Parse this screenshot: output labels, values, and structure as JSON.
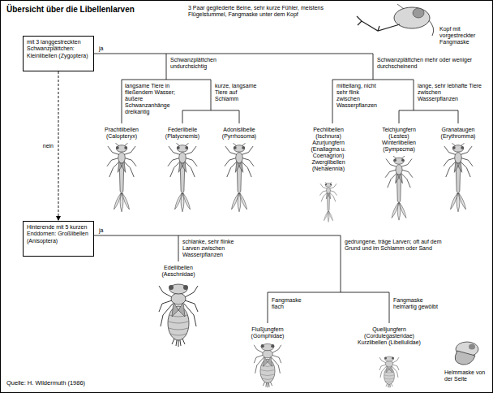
{
  "diagram": {
    "title": "Übersicht über die Libellenlarven",
    "caption": "Quelle: H. Wildermuth (1986)",
    "nodes": [
      {
        "text": [
          "mit 3 langgestreckten Schwanzplättchen: Kleinlibellen (Zygoptera)"
        ]
      },
      {
        "text": [
          "Hinterende mit 5 kurzen Enddornen: Großlibellen (Anisoptera)"
        ]
      }
    ],
    "edges": [
      {
        "from": 0,
        "to": 1,
        "label": "nein",
        "arrow": "to"
      }
    ],
    "labels": [
      "3 Paar gegliederte Beine, sehr kurze Fühler, meistens Flügelstummel, Fangmaske unter dem Kopf",
      "Kopf mit vorgestreckter Fangmaske",
      "ja",
      "Schwanzplättchen undurchsichtig",
      "Schwanzplättchen mehr oder weniger durchscheinend",
      "langsame Tiere in fließendem Wasser; äußere Schwanzanhänge dreikantig",
      "kurze, langsame Tiere auf Schlamm",
      "mittellang, nicht sehr flink zwischen Wasserpflanzen",
      "lange, sehr lebhafte Tiere zwischen Wasserpflanzen",
      "Prachtlibellen (Calopteryx)",
      "Federlibelle (Platycnemis)",
      "Adonislibelle (Pyrrhosoma)",
      "Pechlibellen (Ischnura) Azurjungfern (Enallagma u. Coenagrion) Zwerglibellen (Nehalennia)",
      "Teichjungfern (Lestes) Winterlibellen (Sympecma)",
      "Granataugen (Erythromma)",
      "ja",
      "schlanke, sehr flinke Larven zwischen Wasserpflanzen",
      "gedrungene, träge Larven; oft auf dem Grund und im Schlamm oder Sand",
      "Edellibellen (Aeschnidae)",
      "Fangmaske flach",
      "Fangmaske helmartig gewölbt",
      "Flußjungfern (Gomphidae)",
      "Quelljungfern (Cordulegasteridae) Kurzlibellen (Libellulidae)",
      "Helmmaske von der Seite"
    ]
  }
}
